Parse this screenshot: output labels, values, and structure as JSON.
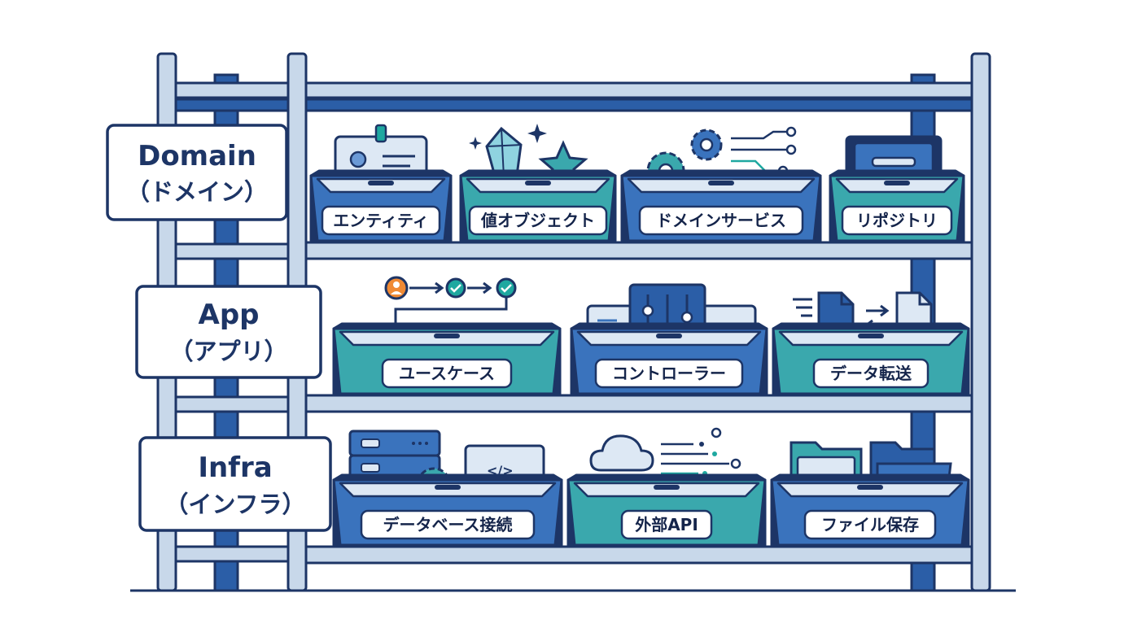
{
  "layers": [
    {
      "name_en": "Domain",
      "name_ja": "（ドメイン）",
      "bins": [
        {
          "label": "エンティティ",
          "icon": "id-card-icon"
        },
        {
          "label": "値オブジェクト",
          "icon": "gem-star-icon"
        },
        {
          "label": "ドメインサービス",
          "icon": "gears-circuit-icon"
        },
        {
          "label": "リポジトリ",
          "icon": "file-cabinet-icon"
        }
      ]
    },
    {
      "name_en": "App",
      "name_ja": "（アプリ）",
      "bins": [
        {
          "label": "ユースケース",
          "icon": "workflow-checks-icon"
        },
        {
          "label": "コントローラー",
          "icon": "sliders-panel-icon"
        },
        {
          "label": "データ転送",
          "icon": "file-transfer-icon"
        }
      ]
    },
    {
      "name_en": "Infra",
      "name_ja": "（インフラ）",
      "bins": [
        {
          "label": "データベース接続",
          "icon": "server-gear-code-icon"
        },
        {
          "label": "外部API",
          "icon": "cloud-network-icon"
        },
        {
          "label": "ファイル保存",
          "icon": "folders-icon"
        }
      ]
    }
  ],
  "colors": {
    "navy": "#1d3566",
    "frame_light": "#c8d8ea",
    "frame_blue": "#2b5ea7",
    "bin_blue": "#3a73bd",
    "bin_teal": "#3aa8ad",
    "accent_green": "#1ea8a0",
    "accent_orange": "#f08a34"
  }
}
